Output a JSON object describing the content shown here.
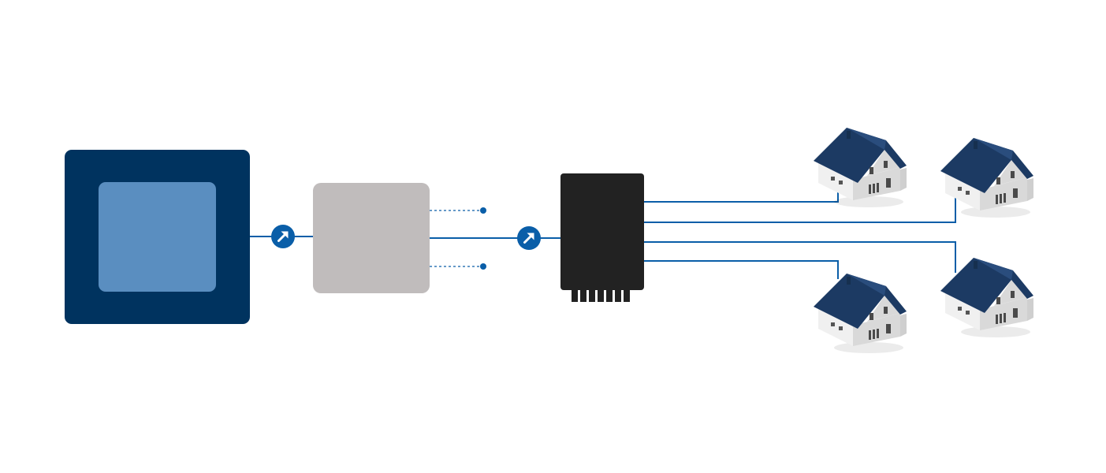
{
  "colors": {
    "background": "#ffffff",
    "line": "#0a5ea8",
    "olt_outer": "#00335f",
    "olt_inner": "#5a8ec0",
    "splitter_box": "#c0bcbc",
    "terminal_box": "#222222",
    "connector_badge": "#0a5ea8",
    "house_roof": "#1c3a63",
    "house_wall": "#e6e6e6"
  },
  "diagram": {
    "nodes": [
      {
        "id": "central-office",
        "kind": "olt"
      },
      {
        "id": "splitter",
        "kind": "splitter"
      },
      {
        "id": "terminal",
        "kind": "multiport-terminal"
      },
      {
        "id": "home-1",
        "kind": "house"
      },
      {
        "id": "home-2",
        "kind": "house"
      },
      {
        "id": "home-3",
        "kind": "house"
      },
      {
        "id": "home-4",
        "kind": "house"
      }
    ],
    "connectors": [
      {
        "icon": "arrow-up-right-icon",
        "between": [
          "central-office",
          "splitter"
        ]
      },
      {
        "icon": "arrow-up-right-icon",
        "between": [
          "splitter",
          "terminal"
        ]
      }
    ],
    "terminal_port_count": 7
  }
}
